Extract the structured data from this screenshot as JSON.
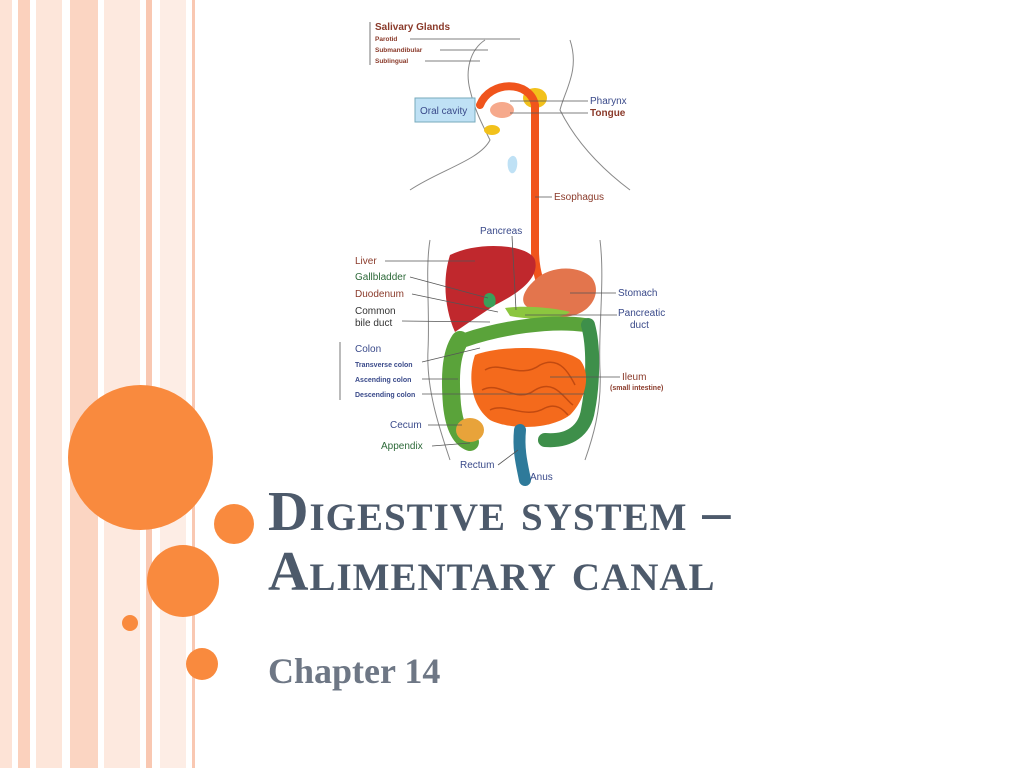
{
  "slide": {
    "title_line1": "Digestive system –",
    "title_line2": "Alimentary canal",
    "subtitle": "Chapter 14"
  },
  "diagram": {
    "salivary_glands": "Salivary Glands",
    "parotid": "Parotid",
    "submandibular": "Submandibular",
    "sublingual": "Sublingual",
    "oral_cavity": "Oral cavity",
    "pharynx": "Pharynx",
    "tongue": "Tongue",
    "esophagus": "Esophagus",
    "pancreas": "Pancreas",
    "liver": "Liver",
    "gallbladder": "Gallbladder",
    "duodenum": "Duodenum",
    "common_bile_duct_1": "Common",
    "common_bile_duct_2": "bile duct",
    "stomach": "Stomach",
    "pancreatic_duct_1": "Pancreatic",
    "pancreatic_duct_2": "duct",
    "colon": "Colon",
    "transverse_colon": "Transverse colon",
    "ascending_colon": "Ascending colon",
    "descending_colon": "Descending colon",
    "ileum": "Ileum",
    "small_intestine": "(small intestine)",
    "cecum": "Cecum",
    "appendix": "Appendix",
    "rectum": "Rectum",
    "anus": "Anus"
  },
  "colors": {
    "accent_orange": "#f98a3e",
    "title_color": "#4d5a6b",
    "organ_red": "#c0282d",
    "esophagus_orange": "#f0541c",
    "intestine_orange": "#f46a1c",
    "colon_green": "#5aa33a",
    "label_blue": "#3a4a8a",
    "label_brown": "#8a3a2a"
  }
}
